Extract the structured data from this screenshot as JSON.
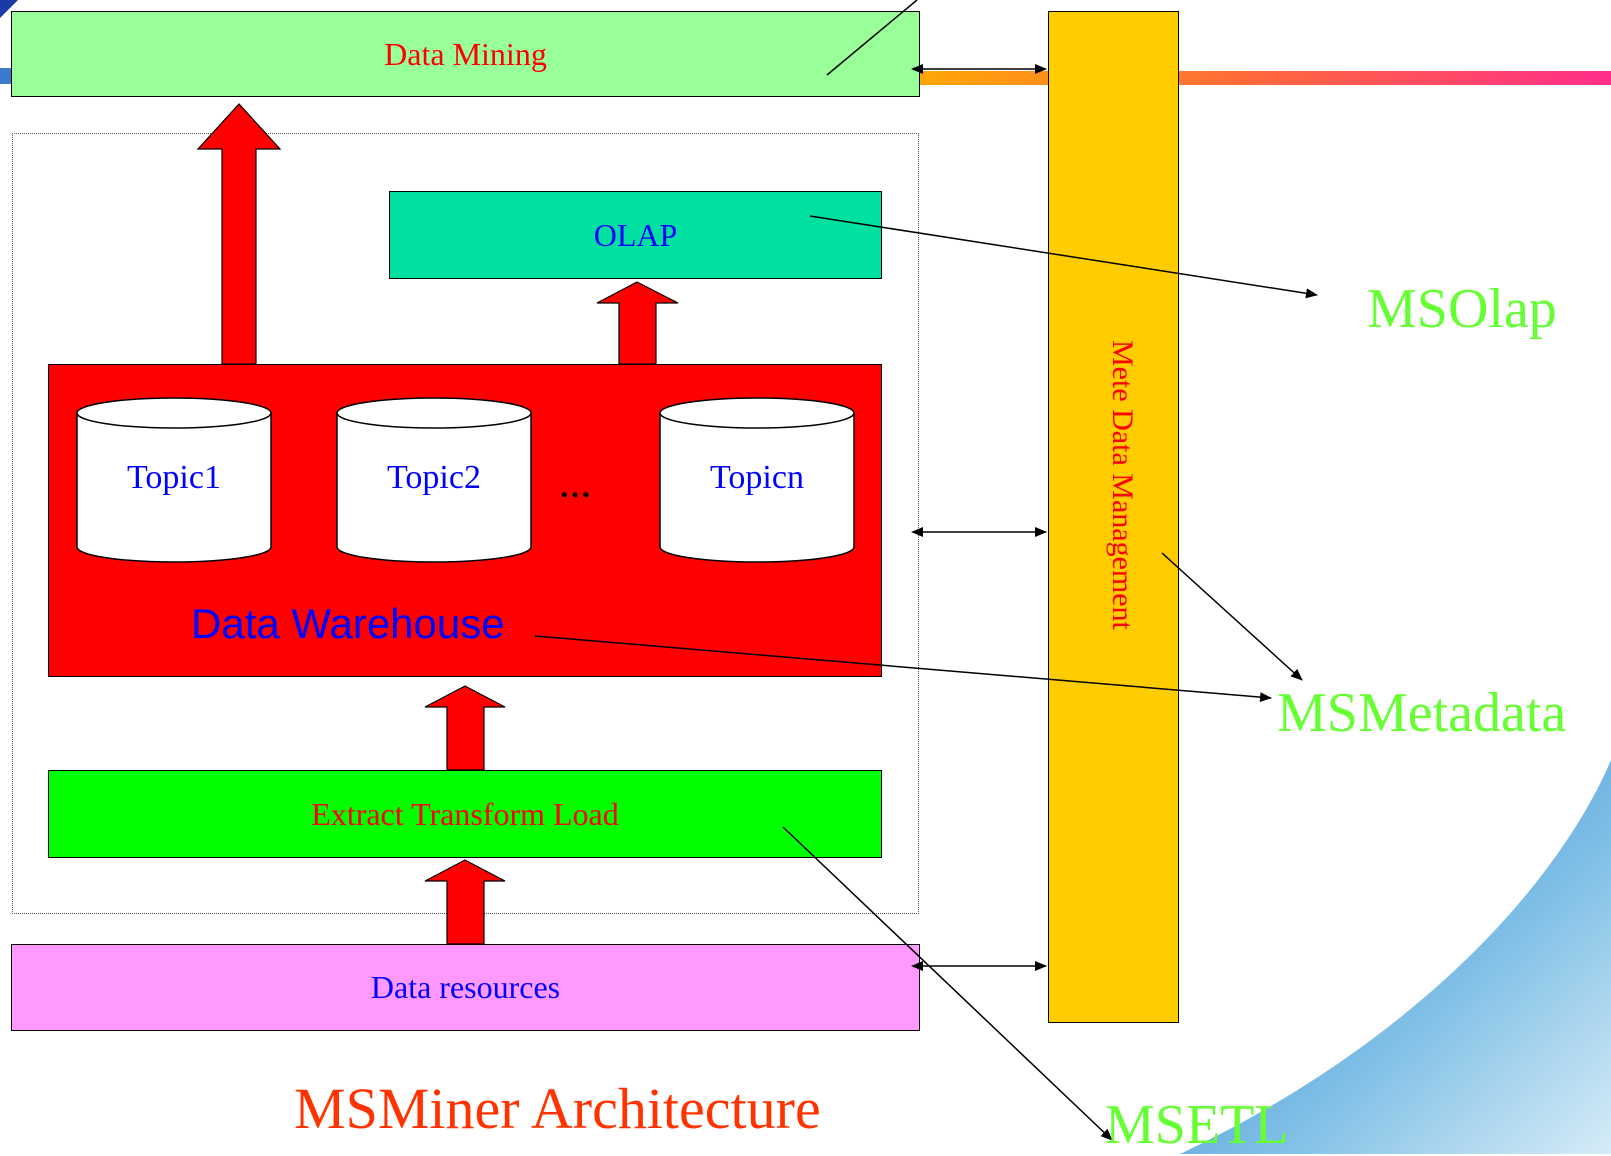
{
  "diagram": {
    "data_mining": "Data Mining",
    "olap": "OLAP",
    "topics": [
      "Topic1",
      "Topic2",
      "Topicn"
    ],
    "ellipsis": "…",
    "data_warehouse": "Data Warehouse",
    "etl": "Extract Transform Load",
    "data_resources": "Data resources",
    "meta_data": "Mete Data Management",
    "caption": "MSMiner Architecture",
    "callouts": {
      "msolap": "MSOlap",
      "msmetadata": "MSMetadata",
      "msetl": "MSETL"
    }
  },
  "colors": {
    "data_mining": "#99ff99",
    "olap": "#00e0a0",
    "warehouse": "#ff0000",
    "etl": "#00ff00",
    "resources": "#ff99ff",
    "meta": "#ffcc00",
    "callout": "#66ff33",
    "caption": "#ff3300"
  }
}
